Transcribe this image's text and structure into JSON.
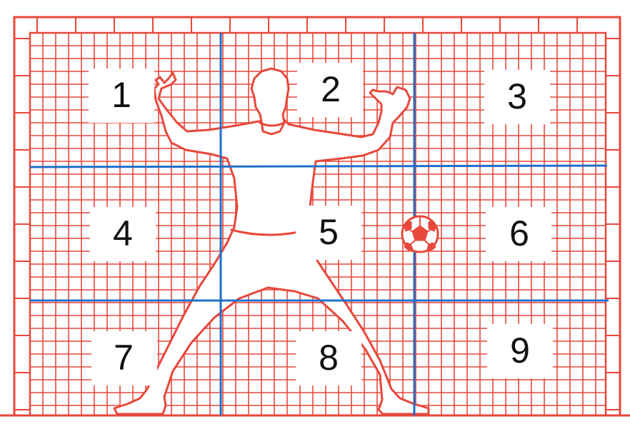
{
  "colors": {
    "net": "#e8473b",
    "divider": "#1f6fc9",
    "label_text": "#111111",
    "label_bg": "#ffffff",
    "background": "#ffffff"
  },
  "icons": {
    "goalkeeper": "goalkeeper-silhouette",
    "ball": "soccer-ball-icon"
  },
  "zones": [
    {
      "id": 1,
      "label": "1"
    },
    {
      "id": 2,
      "label": "2"
    },
    {
      "id": 3,
      "label": "3"
    },
    {
      "id": 4,
      "label": "4"
    },
    {
      "id": 5,
      "label": "5"
    },
    {
      "id": 6,
      "label": "6"
    },
    {
      "id": 7,
      "label": "7"
    },
    {
      "id": 8,
      "label": "8"
    },
    {
      "id": 9,
      "label": "9"
    }
  ]
}
